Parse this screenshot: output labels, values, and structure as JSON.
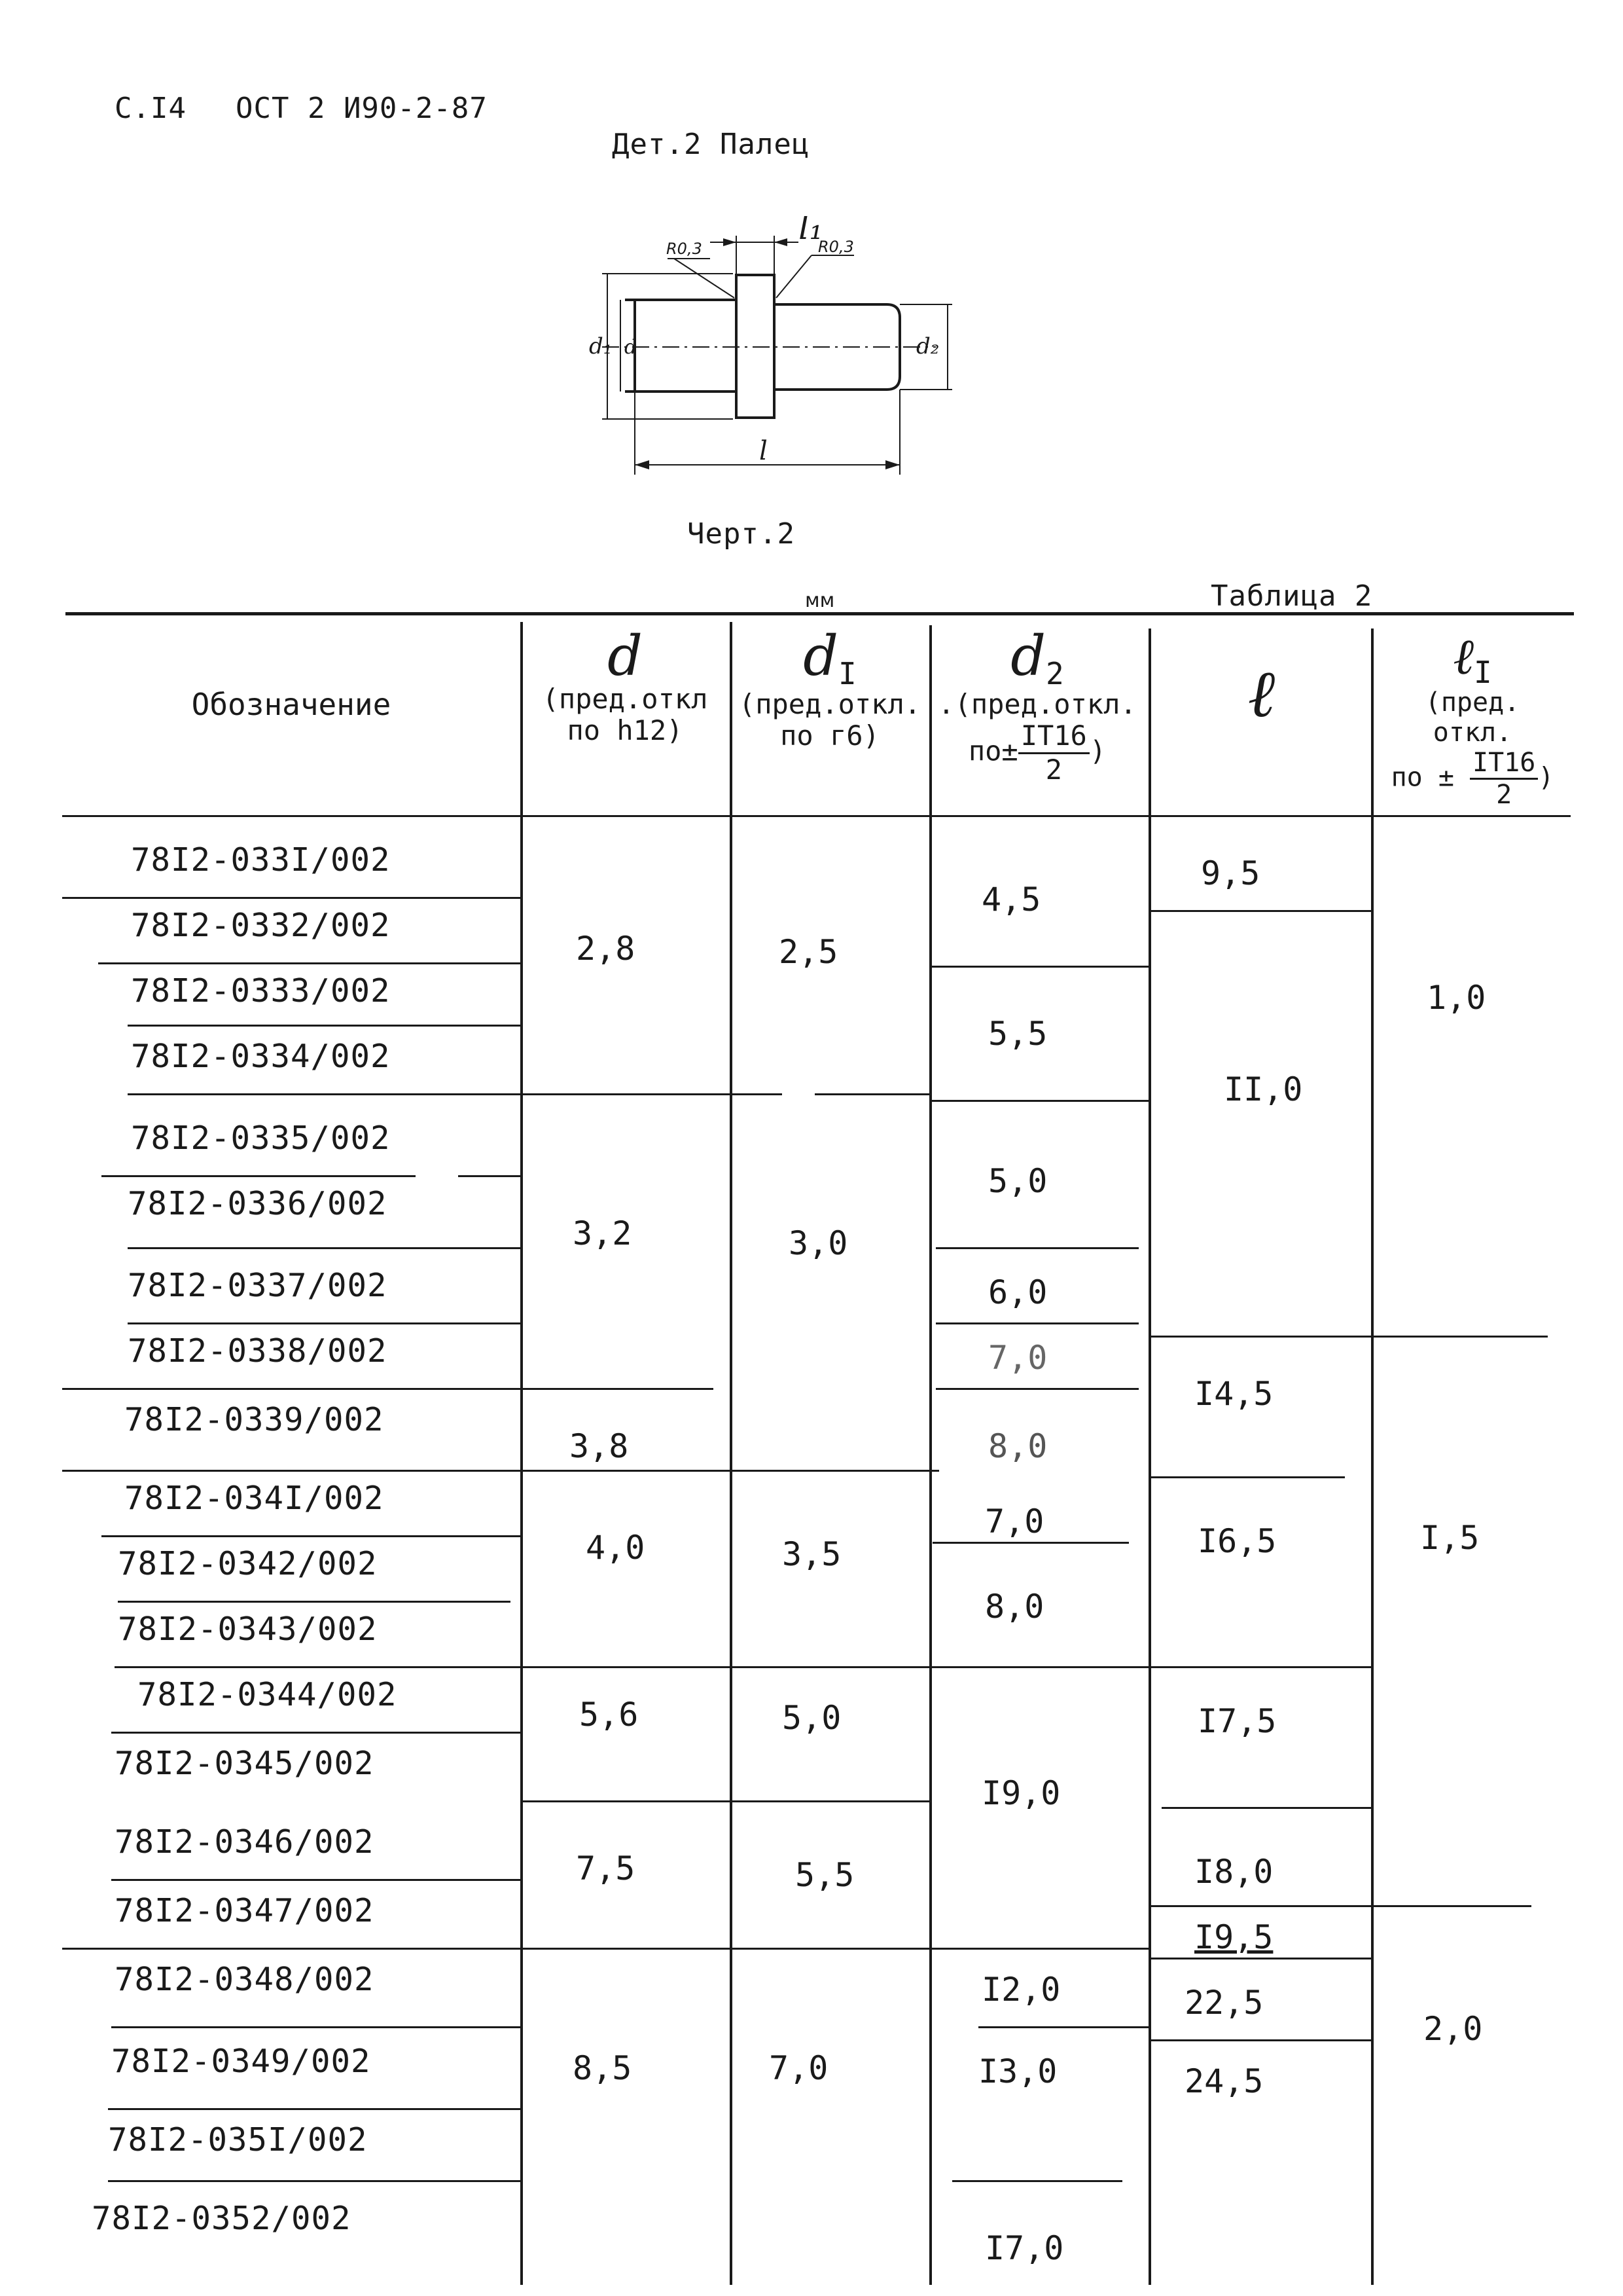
{
  "page_header": {
    "page_ref": "С.I4",
    "standard": "ОСТ 2 И90-2-87"
  },
  "part_title": "Дет.2 Палец",
  "drawing": {
    "label_l1": "l₁",
    "label_r_left": "R0,3",
    "label_r_right": "R0,3",
    "label_d1": "d₁",
    "label_d": "d",
    "label_d2": "d₂",
    "label_l": "l"
  },
  "drawing_caption": "Черт.2",
  "units": "мм",
  "table_caption": "Таблица 2",
  "table": {
    "columns": [
      {
        "key": "designation",
        "label": "Обозначение"
      },
      {
        "key": "d",
        "symbol": "d",
        "sub": "",
        "note_line1": "(пред.откл",
        "note_line2": "по h12)"
      },
      {
        "key": "d1",
        "symbol": "d",
        "sub": "I",
        "note_line1": "(пред.откл.",
        "note_line2": "по г6)"
      },
      {
        "key": "d2",
        "symbol": "d",
        "sub": "2",
        "note_line1": ".(пред.откл.",
        "note_line2_pre": "по±",
        "note_num": "IT16",
        "note_den": "2",
        "note_post": ")"
      },
      {
        "key": "l",
        "symbol": "ℓ",
        "sub": ""
      },
      {
        "key": "l1",
        "symbol": "ℓ",
        "sub": "I",
        "note_line1": "(пред.",
        "note_line2": "откл.",
        "note_line3_pre": "по ±",
        "note_num": "IT16",
        "note_den": "2",
        "note_post": ")"
      }
    ],
    "designations": [
      "78I2-033I/002",
      "78I2-0332/002",
      "78I2-0333/002",
      "78I2-0334/002",
      "78I2-0335/002",
      "78I2-0336/002",
      "78I2-0337/002",
      "78I2-0338/002",
      "78I2-0339/002",
      "78I2-034I/002",
      "78I2-0342/002",
      "78I2-0343/002",
      "78I2-0344/002",
      "78I2-0345/002",
      "78I2-0346/002",
      "78I2-0347/002",
      "78I2-0348/002",
      "78I2-0349/002",
      "78I2-035I/002",
      "78I2-0352/002"
    ],
    "d_values": [
      "2,8",
      "3,2",
      "3,8",
      "4,0",
      "5,6",
      "7,5",
      "8,5"
    ],
    "d1_values": [
      "2,5",
      "3,0",
      "3,5",
      "5,0",
      "5,5",
      "7,0"
    ],
    "d2_values": [
      "4,5",
      "5,5",
      "5,0",
      "6,0",
      "7,0",
      "8,0",
      "7,0",
      "8,0",
      "I9,0",
      "I2,0",
      "I3,0",
      "I7,0"
    ],
    "l_values": [
      "9,5",
      "II,0",
      "I4,5",
      "I6,5",
      "I7,5",
      "I8,0",
      "I9,5",
      "22,5",
      "24,5"
    ],
    "l1_values": [
      "1,0",
      "I,5",
      "2,0"
    ]
  }
}
